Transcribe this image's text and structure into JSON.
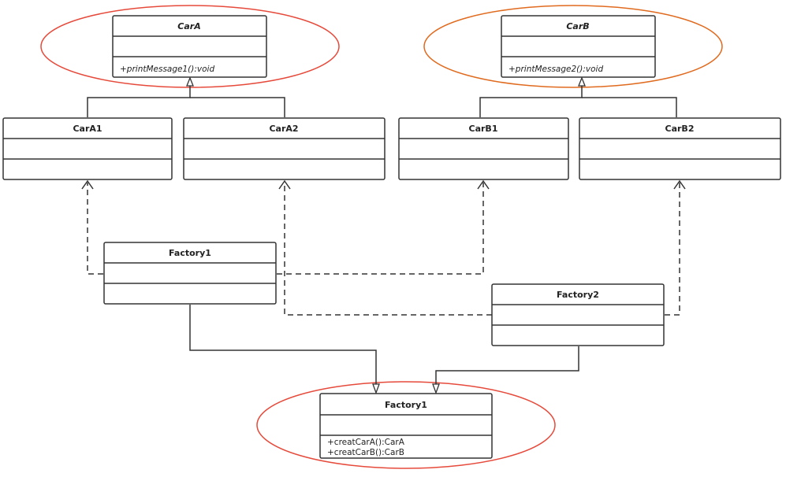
{
  "diagram": {
    "highlight_colors": {
      "car_a": "#e64a3b",
      "car_b": "#e06a1e",
      "factory_base": "#e64a3b"
    },
    "line_color": "#333333",
    "classes": {
      "car_a": {
        "name": "CarA",
        "methods": [
          "+printMessage1():void"
        ]
      },
      "car_b": {
        "name": "CarB",
        "methods": [
          "+printMessage2():void"
        ]
      },
      "car_a1": {
        "name": "CarA1"
      },
      "car_a2": {
        "name": "CarA2"
      },
      "car_b1": {
        "name": "CarB1"
      },
      "car_b2": {
        "name": "CarB2"
      },
      "factory1": {
        "name": "Factory1"
      },
      "factory2": {
        "name": "Factory2"
      },
      "factory_base": {
        "name": "Factory1",
        "methods": [
          "+creatCarA():CarA",
          "+creatCarB():CarB"
        ]
      }
    }
  }
}
